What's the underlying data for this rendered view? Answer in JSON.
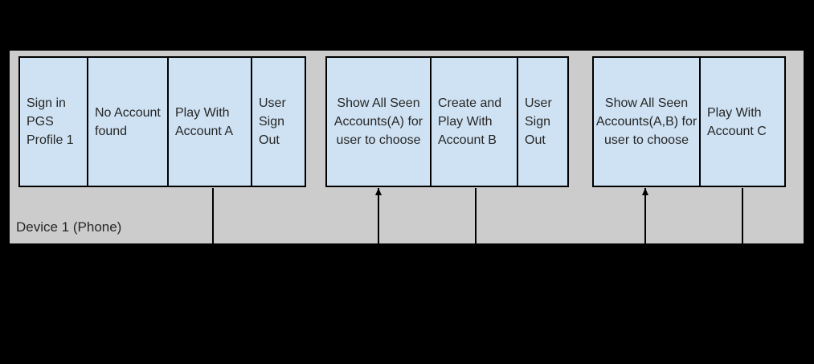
{
  "diagram": {
    "device_label": "Device 1 (Phone)",
    "colors": {
      "background": "#000000",
      "device_fill": "#cccccc",
      "box_fill": "#cfe2f3",
      "line": "#000000",
      "text": "#262626"
    },
    "groups": [
      {
        "boxes": [
          {
            "label": "Sign in PGS Profile 1"
          },
          {
            "label": "No Account found"
          },
          {
            "label": "Play With Account A"
          },
          {
            "label": "User Sign Out"
          }
        ]
      },
      {
        "boxes": [
          {
            "label": "Show All Seen Accounts(A) for user to choose"
          },
          {
            "label": "Create and Play With Account B"
          },
          {
            "label": "User Sign Out"
          }
        ]
      },
      {
        "boxes": [
          {
            "label": "Show All Seen Accounts(A,B) for user to choose"
          },
          {
            "label": "Play With Account C"
          }
        ]
      }
    ],
    "connectors": [
      {
        "under": "Play With Account A",
        "style": "line"
      },
      {
        "under": "Show All Seen Accounts(A) for user to choose",
        "style": "arrow-up"
      },
      {
        "under": "Create and Play With Account B",
        "style": "line"
      },
      {
        "under": "Show All Seen Accounts(A,B) for user to choose",
        "style": "arrow-up"
      },
      {
        "under": "Play With Account C",
        "style": "line"
      }
    ]
  }
}
